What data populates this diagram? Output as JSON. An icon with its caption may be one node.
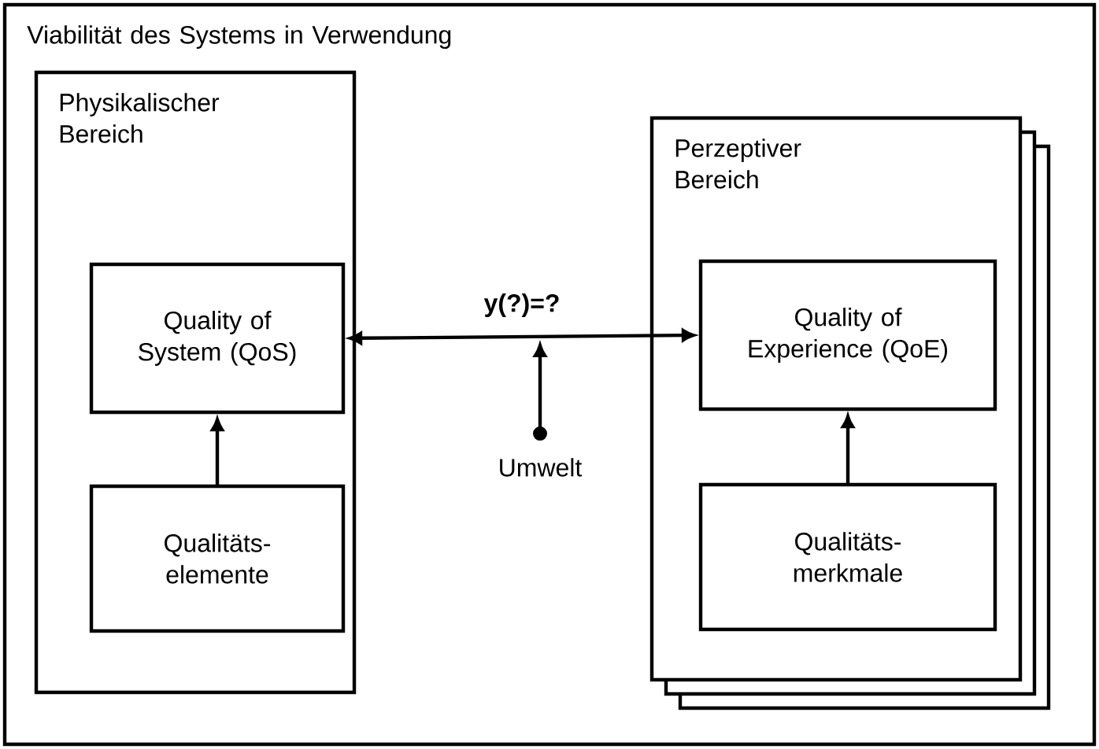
{
  "diagram": {
    "nodes": [
      {
        "text": [
          "Viabilität des Systems in Verwendung"
        ]
      },
      {
        "text": [
          "Physikalischer Bereich"
        ],
        "in": 0
      },
      {
        "text": [
          "Quality of System (QoS)"
        ],
        "in": 1
      },
      {
        "text": [
          "Qualitäts- elemente"
        ],
        "in": 1
      },
      {
        "text": [
          "Perzeptiver Bereich"
        ],
        "in": 0
      },
      {
        "text": [
          "Quality of Experience (QoE)"
        ],
        "in": 4
      },
      {
        "text": [
          "Qualitäts- merkmale"
        ],
        "in": 4
      },
      {
        "text": [
          "Umwelt"
        ],
        "in": 0
      }
    ],
    "edges": [
      {
        "from": 2,
        "to": 5,
        "arrow": "both",
        "label": "y(?)=?"
      },
      {
        "from": 3,
        "to": 2,
        "arrow": "to"
      },
      {
        "from": 6,
        "to": 5,
        "arrow": "to"
      },
      {
        "from": 7,
        "to": null,
        "arrow": "to"
      }
    ]
  }
}
